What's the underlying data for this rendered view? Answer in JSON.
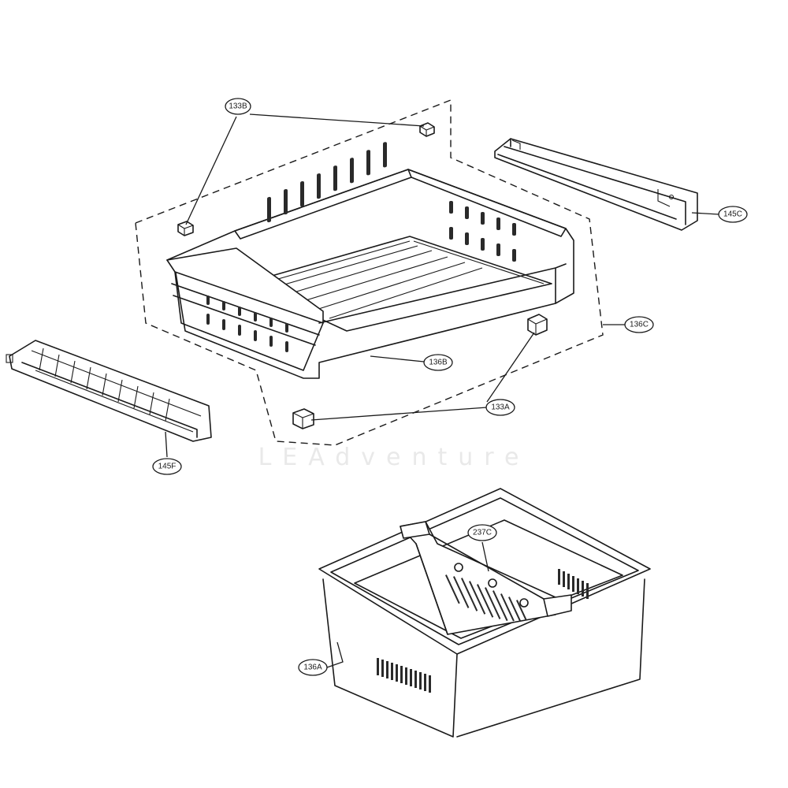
{
  "diagram": {
    "callouts": {
      "c133B": "133B",
      "c145C": "145C",
      "c136C": "136C",
      "c136B": "136B",
      "c133A": "133A",
      "c145F": "145F",
      "c237C": "237C",
      "c136A": "136A"
    },
    "watermark": "LEAdventure"
  }
}
